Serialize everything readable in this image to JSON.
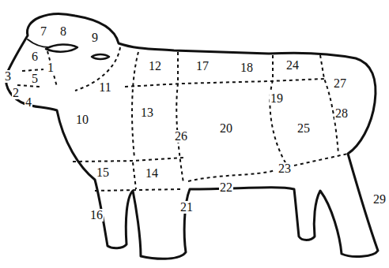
{
  "diagram": {
    "labels": [
      "7",
      "8",
      "9",
      "6",
      "1",
      "3",
      "5",
      "2",
      "11",
      "12",
      "17",
      "18",
      "24",
      "27",
      "4",
      "19",
      "28",
      "10",
      "13",
      "26",
      "20",
      "25",
      "23",
      "15",
      "14",
      "22",
      "21",
      "16",
      "29"
    ]
  }
}
